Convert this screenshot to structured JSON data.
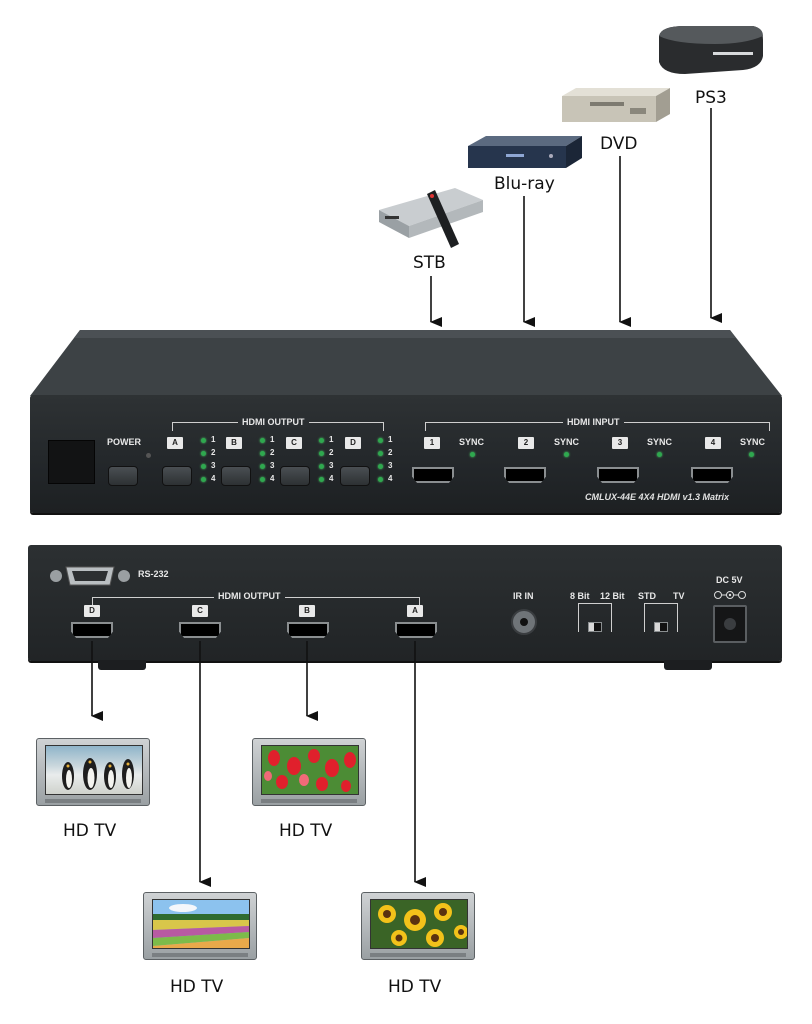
{
  "sources": [
    {
      "label": "STB"
    },
    {
      "label": "Blu-ray"
    },
    {
      "label": "DVD"
    },
    {
      "label": "PS3"
    }
  ],
  "front_panel": {
    "power_label": "POWER",
    "hdmi_output_label": "HDMI OUTPUT",
    "hdmi_input_label": "HDMI INPUT",
    "output_keys": [
      "A",
      "B",
      "C",
      "D"
    ],
    "led_numbers": [
      "1",
      "2",
      "3",
      "4"
    ],
    "input_keys": [
      "1",
      "2",
      "3",
      "4"
    ],
    "sync_label": "SYNC",
    "model_text": "CMLUX-44E 4X4 HDMI v1.3 Matrix"
  },
  "back_panel": {
    "rs232_label": "RS-232",
    "hdmi_output_label": "HDMI OUTPUT",
    "output_keys": [
      "D",
      "C",
      "B",
      "A"
    ],
    "ir_in_label": "IR IN",
    "bit8_label": "8 Bit",
    "bit12_label": "12 Bit",
    "std_label": "STD",
    "tv_label": "TV",
    "dc_label": "DC 5V"
  },
  "tvs": [
    {
      "label": "HD TV",
      "picture": "penguins"
    },
    {
      "label": "HD TV",
      "picture": "tulips"
    },
    {
      "label": "HD TV",
      "picture": "field"
    },
    {
      "label": "HD TV",
      "picture": "sunflowers"
    }
  ],
  "colors": {
    "panel": "#272b2e",
    "led": "#2fa84f",
    "arrow": "#111111"
  }
}
